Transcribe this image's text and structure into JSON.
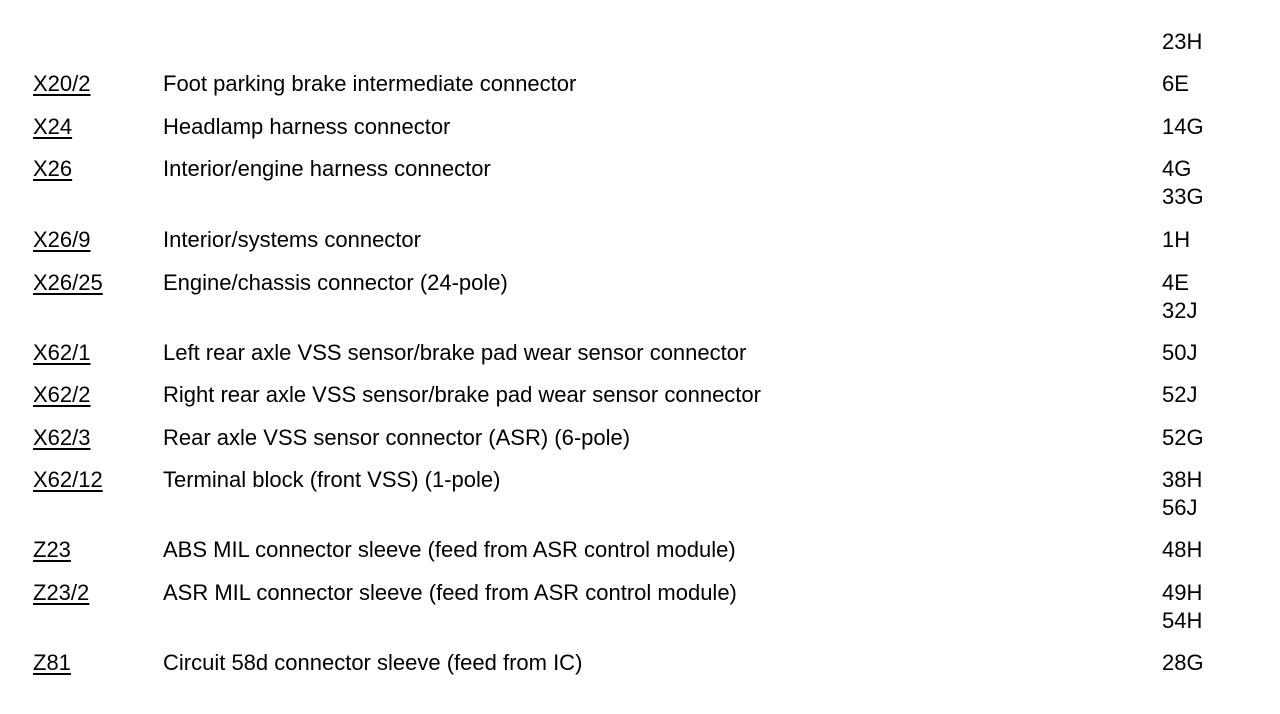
{
  "header_location": "23H",
  "entries": [
    {
      "code": "X20/2",
      "description": "Foot parking brake intermediate connector",
      "locations": [
        "6E"
      ]
    },
    {
      "code": "X24",
      "description": "Headlamp harness connector",
      "locations": [
        "14G"
      ]
    },
    {
      "code": "X26",
      "description": "Interior/engine harness connector",
      "locations": [
        "4G",
        "33G"
      ]
    },
    {
      "code": "X26/9",
      "description": "Interior/systems connector",
      "locations": [
        "1H"
      ]
    },
    {
      "code": "X26/25",
      "description": "Engine/chassis connector (24-pole)",
      "locations": [
        "4E",
        "32J"
      ]
    },
    {
      "code": "X62/1",
      "description": "Left rear axle VSS sensor/brake pad wear sensor connector",
      "locations": [
        "50J"
      ]
    },
    {
      "code": "X62/2",
      "description": "Right rear axle VSS sensor/brake pad wear sensor connector",
      "locations": [
        "52J"
      ]
    },
    {
      "code": "X62/3",
      "description": "Rear axle VSS sensor connector (ASR) (6-pole)",
      "locations": [
        "52G"
      ]
    },
    {
      "code": "X62/12",
      "description": "Terminal block (front VSS) (1-pole)",
      "locations": [
        "38H",
        "56J"
      ]
    },
    {
      "code": "Z23",
      "description": "ABS MIL connector sleeve (feed from ASR control module)",
      "locations": [
        "48H"
      ]
    },
    {
      "code": "Z23/2",
      "description": "ASR MIL connector sleeve (feed from ASR control module)",
      "locations": [
        "49H",
        "54H"
      ]
    },
    {
      "code": "Z81",
      "description": "Circuit 58d connector sleeve (feed from IC)",
      "locations": [
        "28G"
      ]
    }
  ]
}
